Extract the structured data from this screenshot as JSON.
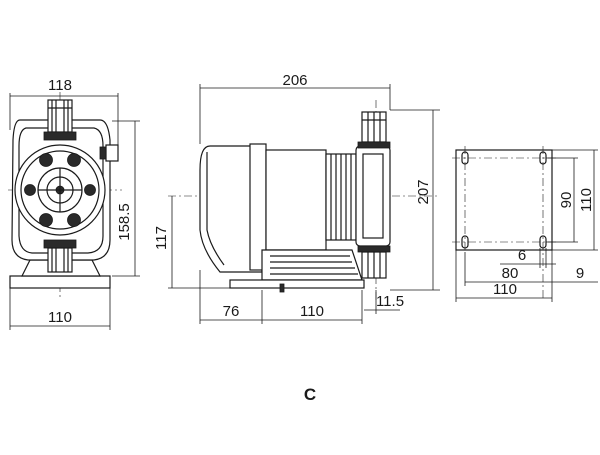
{
  "caption": "C",
  "front_view": {
    "width_top": "118",
    "height_right": "158.5",
    "width_bottom": "110"
  },
  "side_view": {
    "length_top": "206",
    "height_right": "207",
    "axis_height_left": "117",
    "base_left": "76",
    "base_mid": "110",
    "port_offset": "11.5"
  },
  "base_plate": {
    "hole_pitch_v": "90",
    "height_v": "110",
    "slot_width": "6",
    "hole_pitch_h": "80",
    "edge_offset": "9",
    "width_h": "110"
  }
}
